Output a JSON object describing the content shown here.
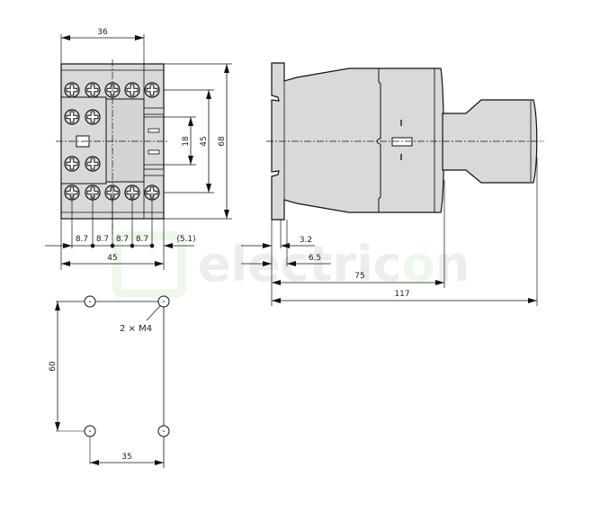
{
  "watermark": {
    "text_prefix": "electric",
    "text_o": "o",
    "text_suffix": "n",
    "color_gray": "#eceeee",
    "color_green": "#eef8ea"
  },
  "front_view": {
    "width_top": "36",
    "height_inner": "18",
    "height_mid": "45",
    "height_total": "68",
    "pitch": [
      "8.7",
      "8.7",
      "8.7",
      "8.7"
    ],
    "offset_right": "(5.1)",
    "width_bottom": "45"
  },
  "side_view": {
    "rail_offset_1": "3.2",
    "rail_offset_2": "6.5",
    "depth_body": "75",
    "depth_total": "117"
  },
  "mounting": {
    "hole_label": "2 × M4",
    "height": "60",
    "width": "35"
  },
  "colors": {
    "body_fill": "#d9d9d9",
    "line": "#1a1a1a"
  }
}
